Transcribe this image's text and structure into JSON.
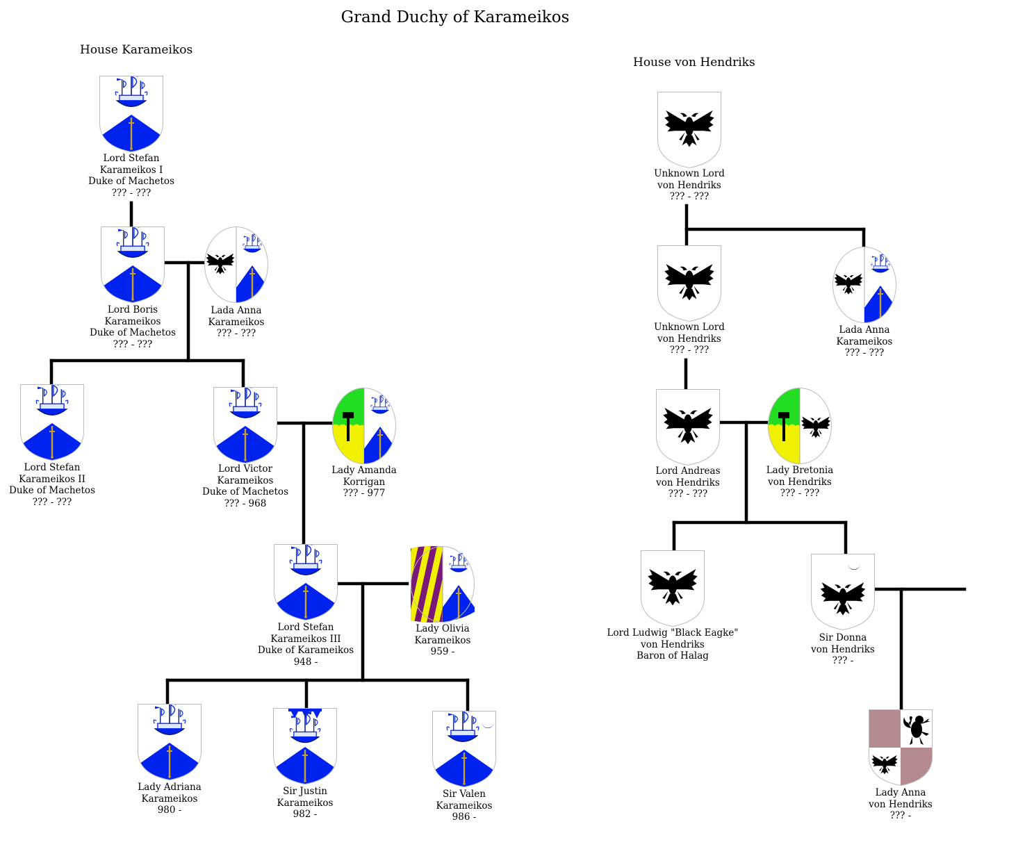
{
  "title": "Grand Duchy of Karameikos",
  "colors": {
    "line": "#000000",
    "azure": "#0022ee",
    "vert": "#22dd22",
    "or": "#f0f000",
    "purpure": "#7a1878",
    "rose": "#b48a8e",
    "gold": "#c9a227"
  },
  "houses": [
    {
      "id": "karameikos",
      "label": "House Karameikos"
    },
    {
      "id": "hendriks",
      "label": "House von Hendriks"
    }
  ],
  "people": [
    {
      "id": "stefan1",
      "lines": [
        "Lord Stefan",
        "Karameikos I",
        "Duke of Machetos",
        "??? - ???"
      ],
      "arms": "karameikos-ship"
    },
    {
      "id": "boris",
      "lines": [
        "Lord Boris",
        "Karameikos",
        "Duke of Machetos",
        "??? - ???"
      ],
      "arms": "karameikos-ship"
    },
    {
      "id": "anna-k",
      "lines": [
        "Lada Anna",
        "Karameikos",
        "??? - ???"
      ],
      "arms": "impaled-eagle-ship"
    },
    {
      "id": "stefan2",
      "lines": [
        "Lord Stefan",
        "Karameikos II",
        "Duke of Machetos",
        "??? - ???"
      ],
      "arms": "karameikos-ship"
    },
    {
      "id": "victor",
      "lines": [
        "Lord Victor",
        "Karameikos",
        "Duke of Machetos",
        "??? - 968"
      ],
      "arms": "karameikos-ship"
    },
    {
      "id": "amanda",
      "lines": [
        "Lady Amanda",
        "Korrigan",
        "??? - 977"
      ],
      "arms": "impaled-korrigan-ship"
    },
    {
      "id": "stefan3",
      "lines": [
        "Lord Stefan",
        "Karameikos III",
        "Duke of Karameikos",
        "948 -"
      ],
      "arms": "karameikos-ship"
    },
    {
      "id": "olivia",
      "lines": [
        "Lady Olivia",
        "Karameikos",
        "959 -"
      ],
      "arms": "impaled-bendy-ship"
    },
    {
      "id": "adriana",
      "lines": [
        "Lady Adriana",
        "Karameikos",
        "980 -"
      ],
      "arms": "karameikos-ship"
    },
    {
      "id": "justin",
      "lines": [
        "Sir Justin",
        "Karameikos",
        "982 -"
      ],
      "arms": "karameikos-ship-label"
    },
    {
      "id": "valen",
      "lines": [
        "Sir Valen",
        "Karameikos",
        "986 -"
      ],
      "arms": "karameikos-ship-crescent"
    },
    {
      "id": "unknown1",
      "lines": [
        "Unknown Lord",
        "von Hendriks",
        "??? - ???"
      ],
      "arms": "hendriks-eagle"
    },
    {
      "id": "unknown2",
      "lines": [
        "Unknown Lord",
        "von Hendriks",
        "??? - ???"
      ],
      "arms": "hendriks-eagle"
    },
    {
      "id": "anna-k2",
      "lines": [
        "Lada Anna",
        "Karameikos",
        "??? - ???"
      ],
      "arms": "impaled-eagle-ship"
    },
    {
      "id": "andreas",
      "lines": [
        "Lord Andreas",
        "von Hendriks",
        "??? - ???"
      ],
      "arms": "hendriks-eagle"
    },
    {
      "id": "bretonia",
      "lines": [
        "Lady Bretonia",
        "von Hendriks",
        "??? - ???"
      ],
      "arms": "impaled-korrigan-eagle"
    },
    {
      "id": "ludwig",
      "lines": [
        "Lord Ludwig \"Black Eagke\"",
        "von Hendriks",
        "Baron of Halag"
      ],
      "arms": "hendriks-eagle"
    },
    {
      "id": "donna",
      "lines": [
        "Sir Donna",
        "von Hendriks",
        "??? -"
      ],
      "arms": "hendriks-eagle-crescent"
    },
    {
      "id": "anna-h",
      "lines": [
        "Lady Anna",
        "von Hendriks",
        "??? -"
      ],
      "arms": "quarterly-lion-eagle"
    }
  ]
}
